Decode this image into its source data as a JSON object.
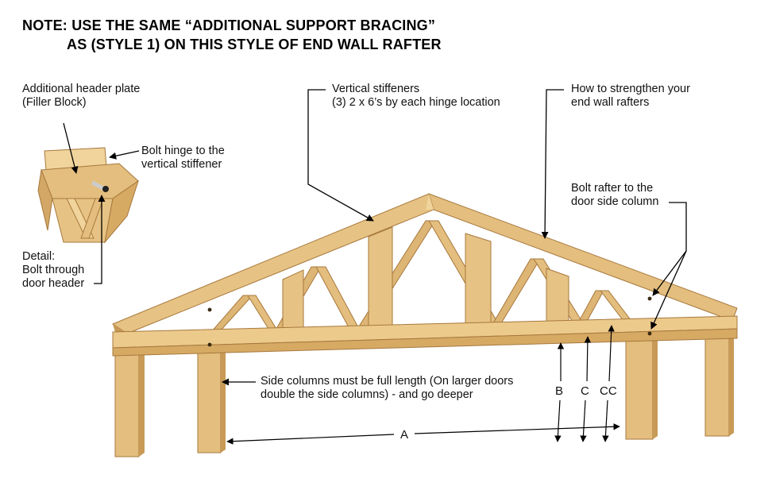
{
  "note": {
    "line1": "NOTE: USE THE SAME “ADDITIONAL SUPPORT BRACING”",
    "line2": "AS (STYLE 1) ON THIS STYLE OF END WALL RAFTER"
  },
  "callouts": {
    "header_plate": [
      "Additional header plate",
      "(Filler Block)"
    ],
    "bolt_hinge": [
      "Bolt hinge to the",
      "vertical stiffener"
    ],
    "detail": [
      "Detail:",
      "Bolt through",
      "door header"
    ],
    "vertical_stiffeners": [
      "Vertical stiffeners",
      "(3) 2 x 6’s by each hinge location"
    ],
    "strengthen": [
      "How to strengthen your",
      "end wall rafters"
    ],
    "bolt_rafter": [
      "Bolt rafter to the",
      "door side column"
    ],
    "side_columns": [
      "Side columns must be full length (On larger doors",
      "double the side columns) - and go deeper"
    ]
  },
  "dimensions": {
    "a": "A",
    "b": "B",
    "c": "C",
    "cc": "CC"
  },
  "colors": {
    "wood": "#e3be7e",
    "wood_light": "#f0d49c",
    "wood_dark": "#c89a56",
    "edge": "#a7783d",
    "line": "#000000"
  }
}
